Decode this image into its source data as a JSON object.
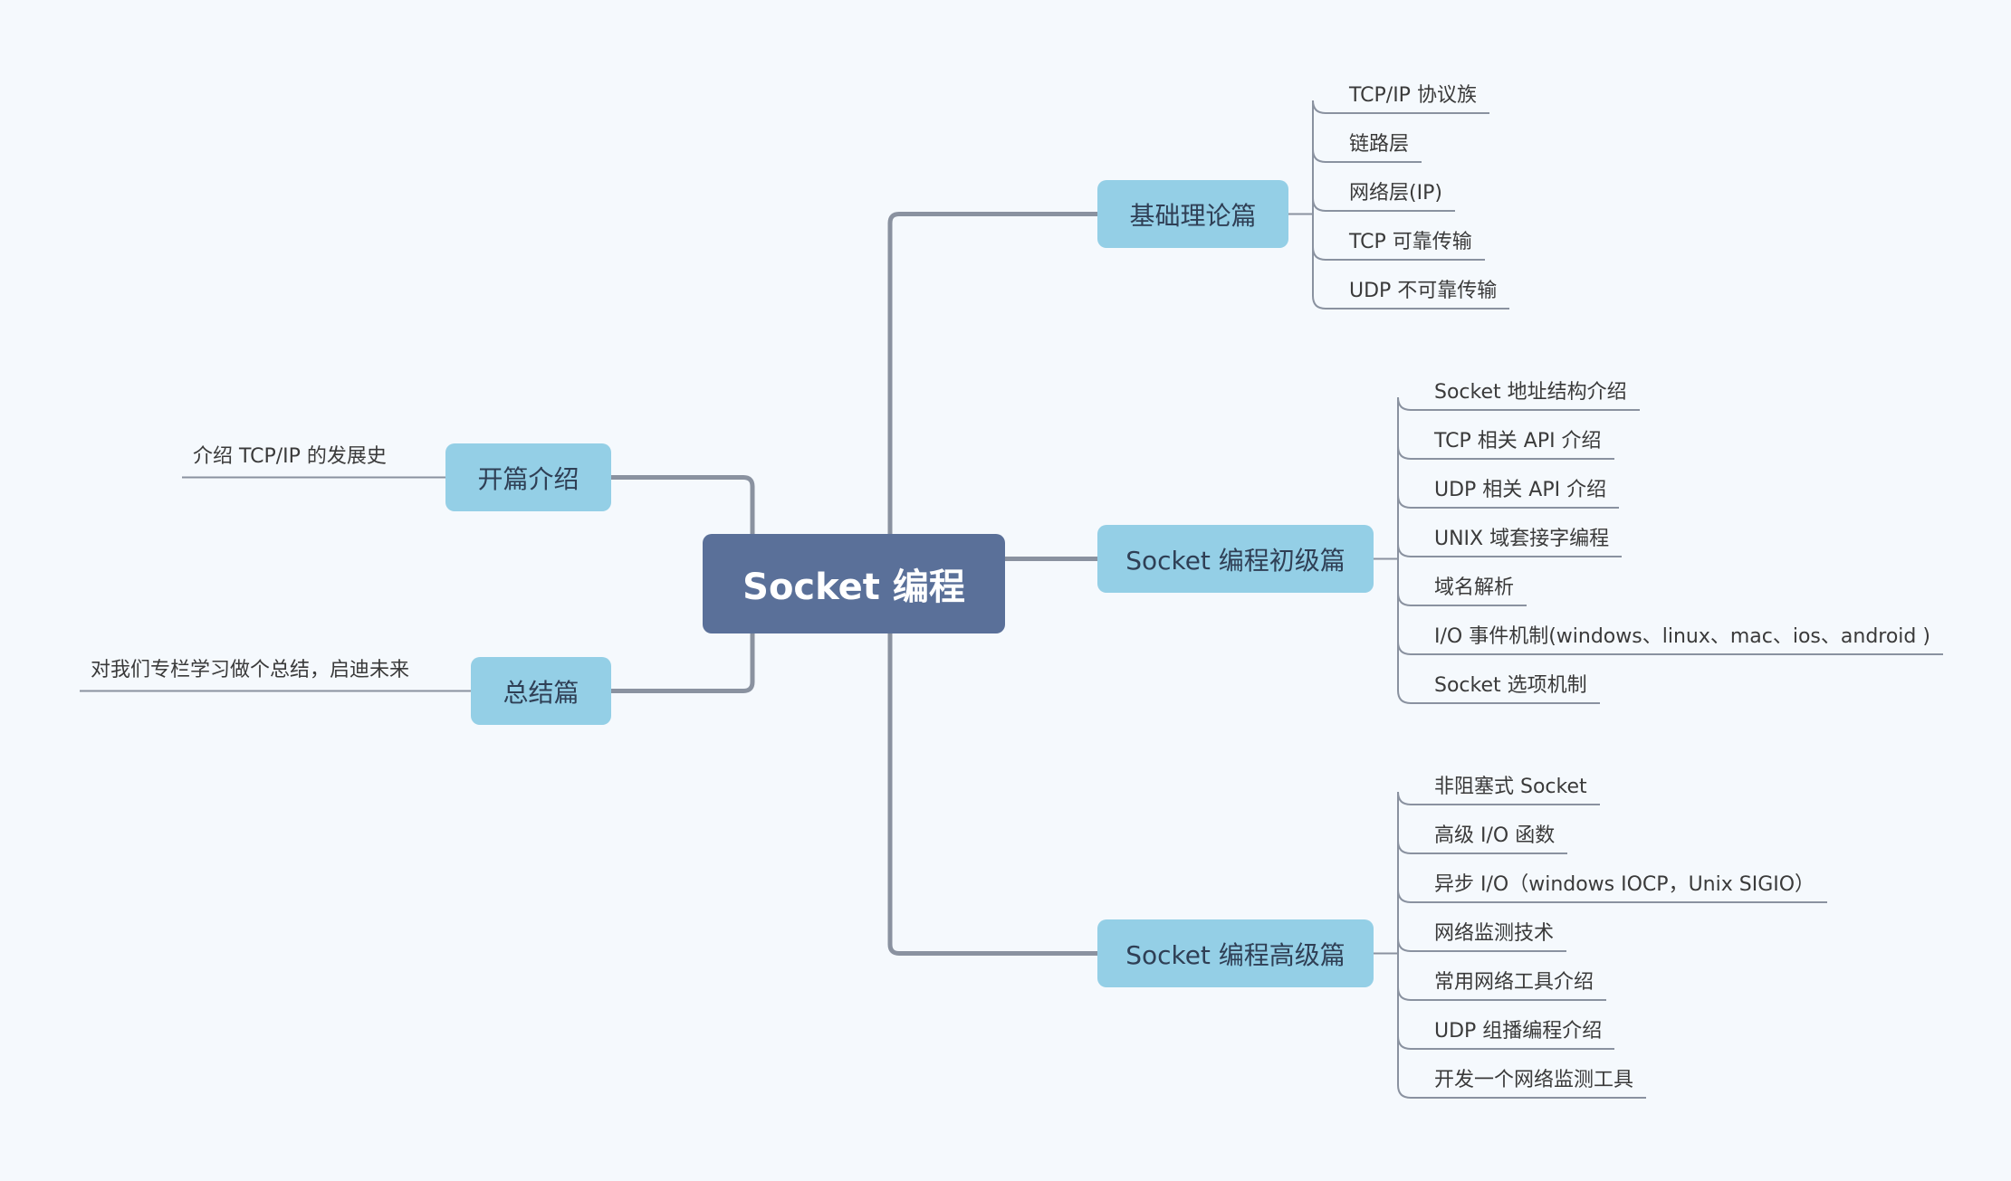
{
  "root": {
    "label": "Socket 编程"
  },
  "branches": {
    "basics": {
      "label": "基础理论篇",
      "items": [
        "TCP/IP 协议族",
        "链路层",
        "网络层(IP)",
        "TCP 可靠传输",
        "UDP 不可靠传输"
      ]
    },
    "beginner": {
      "label": "Socket 编程初级篇",
      "items": [
        "Socket 地址结构介绍",
        "TCP 相关 API 介绍",
        "UDP 相关 API 介绍",
        "UNIX 域套接字编程",
        "域名解析",
        "I/O 事件机制(windows、linux、mac、ios、android )",
        "Socket 选项机制"
      ]
    },
    "advanced": {
      "label": "Socket 编程高级篇",
      "items": [
        "非阻塞式 Socket",
        "高级 I/O 函数",
        "异步 I/O（windows IOCP，Unix SIGIO）",
        "网络监测技术",
        "常用网络工具介绍",
        "UDP 组播编程介绍",
        "开发一个网络监测工具"
      ]
    },
    "intro": {
      "label": "开篇介绍",
      "items": [
        "介绍 TCP/IP 的发展史"
      ]
    },
    "summary": {
      "label": "总结篇",
      "items": [
        "对我们专栏学习做个总结，启迪未来"
      ]
    }
  },
  "colors": {
    "root_fill": "#5a7099",
    "branch_fill": "#94cfe6",
    "main_line": "#8a92a0",
    "leaf_line": "#8a92a0",
    "background": "#f5f9fd"
  }
}
